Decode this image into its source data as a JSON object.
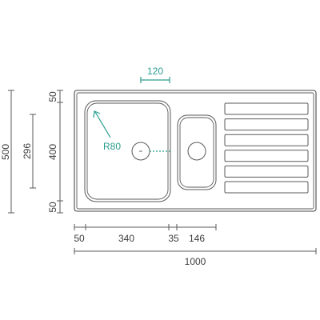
{
  "drawing": {
    "accent_color": "#2a9d8f",
    "line_color": "#5a5a5a",
    "text_color": "#3c3c3c",
    "dimensions": {
      "bowl_offset": "120",
      "corner_radius": "R80",
      "total_depth": "500",
      "bowl_depth": "296",
      "inner_depth": "400",
      "top_margin": "50",
      "bottom_margin": "50",
      "left_margin": "50",
      "main_bowl_width": "340",
      "gap_width": "35",
      "small_bowl_width": "146",
      "total_width": "1000"
    },
    "drainer_slots": 6
  }
}
